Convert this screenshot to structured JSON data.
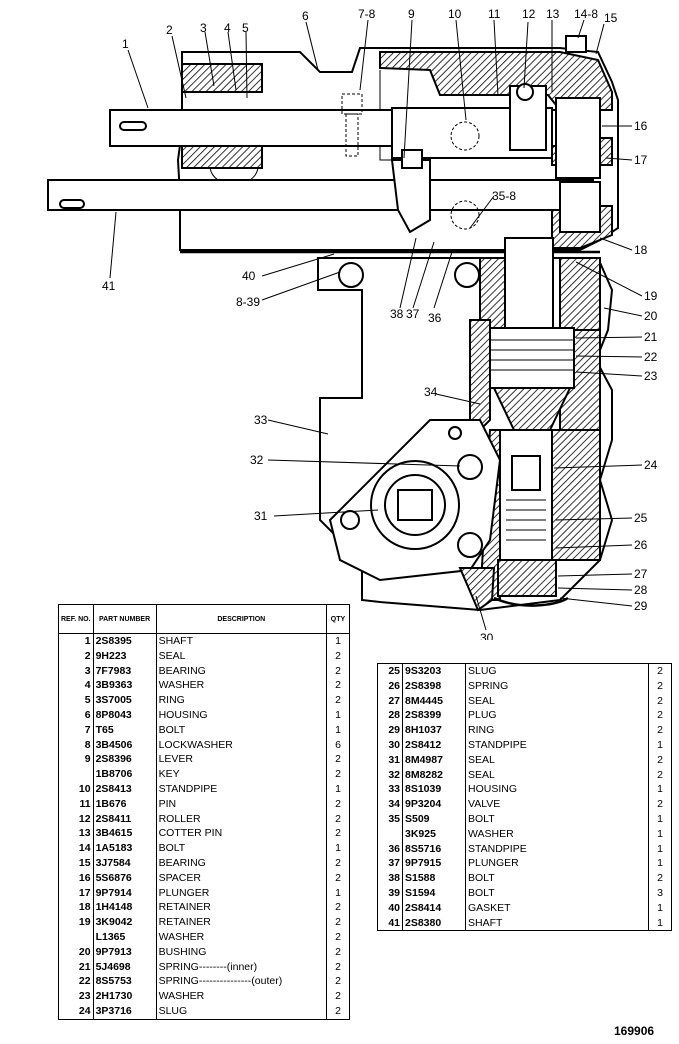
{
  "callouts": {
    "c1": "1",
    "c2": "2",
    "c3": "3",
    "c4": "4",
    "c5": "5",
    "c6": "6",
    "c7_8": "7-8",
    "c9": "9",
    "c10": "10",
    "c11": "11",
    "c12": "12",
    "c13": "13",
    "c14_8": "14-8",
    "c15": "15",
    "c16": "16",
    "c17": "17",
    "c18": "18",
    "c19": "19",
    "c20": "20",
    "c21": "21",
    "c22": "22",
    "c23": "23",
    "c24": "24",
    "c25": "25",
    "c26": "26",
    "c27": "27",
    "c28": "28",
    "c29": "29",
    "c30": "30",
    "c31": "31",
    "c32": "32",
    "c33": "33",
    "c34": "34",
    "c35_8": "35-8",
    "c36": "36",
    "c37": "37",
    "c38": "38",
    "c8_39": "8-39",
    "c40": "40",
    "c41": "41"
  },
  "table_headers": {
    "ref": "REF. NO.",
    "part": "PART NUMBER",
    "desc": "DESCRIPTION",
    "qty": "QTY"
  },
  "parts_left": [
    {
      "ref": "1",
      "part": "2S8395",
      "desc": "SHAFT",
      "qty": "1"
    },
    {
      "ref": "2",
      "part": "9H223",
      "desc": "SEAL",
      "qty": "2"
    },
    {
      "ref": "3",
      "part": "7F7983",
      "desc": "BEARING",
      "qty": "2"
    },
    {
      "ref": "4",
      "part": "3B9363",
      "desc": "WASHER",
      "qty": "2"
    },
    {
      "ref": "5",
      "part": "3S7005",
      "desc": "RING",
      "qty": "2"
    },
    {
      "ref": "6",
      "part": "8P8043",
      "desc": "HOUSING",
      "qty": "1"
    },
    {
      "ref": "7",
      "part": "T65",
      "desc": "BOLT",
      "qty": "1"
    },
    {
      "ref": "8",
      "part": "3B4506",
      "desc": "LOCKWASHER",
      "qty": "6"
    },
    {
      "ref": "9",
      "part": "2S8396",
      "desc": "LEVER",
      "qty": "2"
    },
    {
      "ref": "",
      "part": "1B8706",
      "desc": "KEY",
      "qty": "2"
    },
    {
      "ref": "10",
      "part": "2S8413",
      "desc": "STANDPIPE",
      "qty": "1"
    },
    {
      "ref": "11",
      "part": "1B676",
      "desc": "PIN",
      "qty": "2"
    },
    {
      "ref": "12",
      "part": "2S8411",
      "desc": "ROLLER",
      "qty": "2"
    },
    {
      "ref": "13",
      "part": "3B4615",
      "desc": "COTTER PIN",
      "qty": "2"
    },
    {
      "ref": "14",
      "part": "1A5183",
      "desc": "BOLT",
      "qty": "1"
    },
    {
      "ref": "15",
      "part": "3J7584",
      "desc": "BEARING",
      "qty": "2"
    },
    {
      "ref": "16",
      "part": "5S6876",
      "desc": "SPACER",
      "qty": "2"
    },
    {
      "ref": "17",
      "part": "9P7914",
      "desc": "PLUNGER",
      "qty": "1"
    },
    {
      "ref": "18",
      "part": "1H4148",
      "desc": "RETAINER",
      "qty": "2"
    },
    {
      "ref": "19",
      "part": "3K9042",
      "desc": "RETAINER",
      "qty": "2"
    },
    {
      "ref": "",
      "part": "L1365",
      "desc": "WASHER",
      "qty": "2"
    },
    {
      "ref": "20",
      "part": "9P7913",
      "desc": "BUSHING",
      "qty": "2"
    },
    {
      "ref": "21",
      "part": "5J4698",
      "desc": "SPRING--------(inner)",
      "qty": "2"
    },
    {
      "ref": "22",
      "part": "8S5753",
      "desc": "SPRING---------------(outer)",
      "qty": "2"
    },
    {
      "ref": "23",
      "part": "2H1730",
      "desc": "WASHER",
      "qty": "2"
    },
    {
      "ref": "24",
      "part": "3P3716",
      "desc": "SLUG",
      "qty": "2"
    }
  ],
  "parts_right": [
    {
      "ref": "25",
      "part": "9S3203",
      "desc": "SLUG",
      "qty": "2"
    },
    {
      "ref": "26",
      "part": "2S8398",
      "desc": "SPRING",
      "qty": "2"
    },
    {
      "ref": "27",
      "part": "8M4445",
      "desc": "SEAL",
      "qty": "2"
    },
    {
      "ref": "28",
      "part": "2S8399",
      "desc": "PLUG",
      "qty": "2"
    },
    {
      "ref": "29",
      "part": "8H1037",
      "desc": "RING",
      "qty": "2"
    },
    {
      "ref": "30",
      "part": "2S8412",
      "desc": "STANDPIPE",
      "qty": "1"
    },
    {
      "ref": "31",
      "part": "8M4987",
      "desc": "SEAL",
      "qty": "2"
    },
    {
      "ref": "32",
      "part": "8M8282",
      "desc": "SEAL",
      "qty": "2"
    },
    {
      "ref": "33",
      "part": "8S1039",
      "desc": "HOUSING",
      "qty": "1"
    },
    {
      "ref": "34",
      "part": "9P3204",
      "desc": "VALVE",
      "qty": "2"
    },
    {
      "ref": "35",
      "part": "S509",
      "desc": "BOLT",
      "qty": "1"
    },
    {
      "ref": "",
      "part": "3K925",
      "desc": "WASHER",
      "qty": "1"
    },
    {
      "ref": "36",
      "part": "8S5716",
      "desc": "STANDPIPE",
      "qty": "1"
    },
    {
      "ref": "37",
      "part": "9P7915",
      "desc": "PLUNGER",
      "qty": "1"
    },
    {
      "ref": "38",
      "part": "S1588",
      "desc": "BOLT",
      "qty": "2"
    },
    {
      "ref": "39",
      "part": "S1594",
      "desc": "BOLT",
      "qty": "3"
    },
    {
      "ref": "40",
      "part": "2S8414",
      "desc": "GASKET",
      "qty": "1"
    },
    {
      "ref": "41",
      "part": "2S8380",
      "desc": "SHAFT",
      "qty": "1"
    }
  ],
  "figure_number": "169906"
}
